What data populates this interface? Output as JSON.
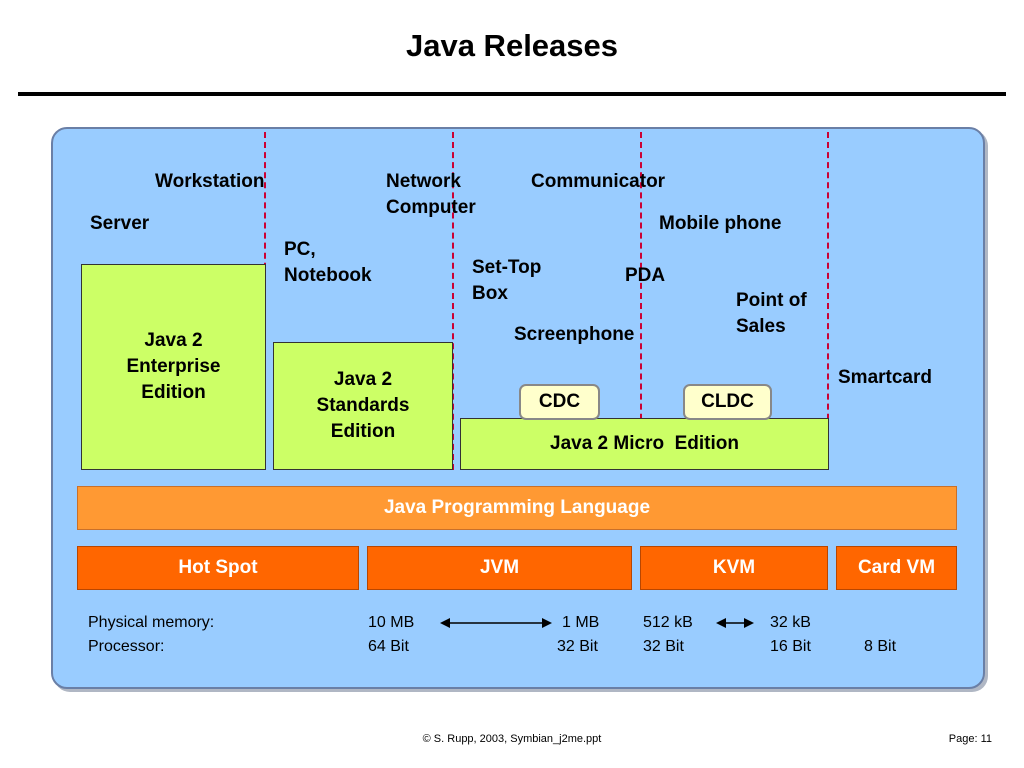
{
  "slide": {
    "title": "Java Releases",
    "footer": "© S. Rupp, 2003, Symbian_j2me.ppt",
    "page": "Page: 11"
  },
  "devices": {
    "workstation": "Workstation",
    "server": "Server",
    "network_computer_1": "Network",
    "network_computer_2": "Computer",
    "communicator": "Communicator",
    "mobile_phone": "Mobile phone",
    "pc_notebook_1": "PC,",
    "pc_notebook_2": "Notebook",
    "settop_1": "Set-Top",
    "settop_2": "Box",
    "pda": "PDA",
    "pos_1": "Point of",
    "pos_2": "Sales",
    "screenphone": "Screenphone",
    "smartcard": "Smartcard"
  },
  "editions": {
    "j2ee": [
      "Java 2",
      "Enterprise",
      "Edition"
    ],
    "j2se": [
      "Java 2",
      "Standards",
      "Edition"
    ],
    "j2me": "Java 2 Micro  Edition",
    "cdc": "CDC",
    "cldc": "CLDC"
  },
  "language": "Java Programming Language",
  "vms": [
    "Hot Spot",
    "JVM",
    "KVM",
    "Card VM"
  ],
  "specs": {
    "memory_label": "Physical memory:",
    "processor_label": "Processor:",
    "memory": [
      "10 MB",
      "1 MB",
      "512 kB",
      "32 kB"
    ],
    "processor": [
      "64 Bit",
      "32 Bit",
      "32 Bit",
      "16 Bit",
      "8 Bit"
    ]
  },
  "colors": {
    "panel": "#99ccff",
    "edition_fill": "#ccff66",
    "config_fill": "#ffffcc",
    "language_fill": "#ff9933",
    "vm_fill": "#ff6600",
    "divider": "#cc0033"
  }
}
